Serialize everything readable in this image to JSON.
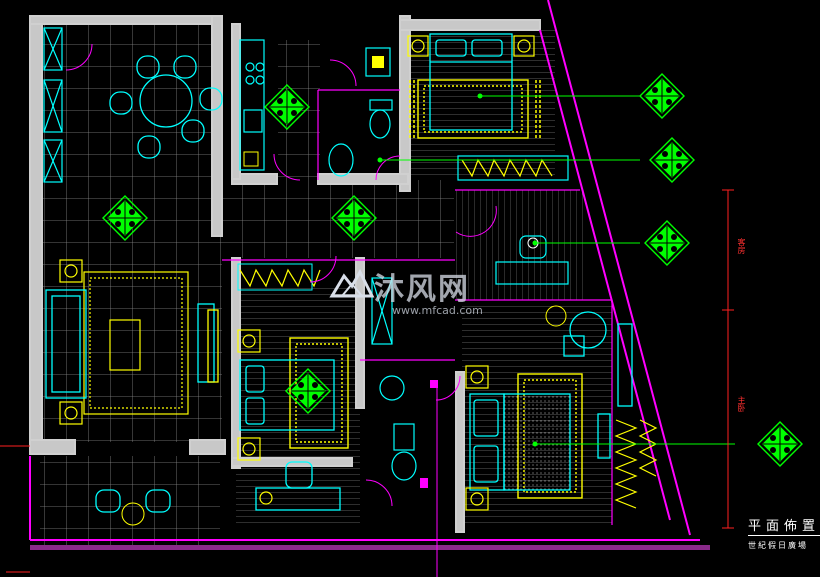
{
  "title": {
    "main": "平面佈置",
    "sub": "世紀假日廣場"
  },
  "watermark": {
    "text_cn": "沐风网",
    "text_en": "www.mfcad.com"
  },
  "dimension_labels": [
    "客房",
    "主卧"
  ],
  "colors": {
    "background": "#000000",
    "wall": "#d0d0d0",
    "outline": "#ff00ff",
    "furniture_cyan": "#00ffff",
    "furniture_yellow": "#ffff00",
    "tile_grid": "#8a8a8a",
    "leader_green": "#00ff00",
    "dimension_red": "#ff2020",
    "title_white": "#ffffff"
  },
  "icons": [
    "room-tag-diamond-icon",
    "logo-mountain-icon"
  ]
}
